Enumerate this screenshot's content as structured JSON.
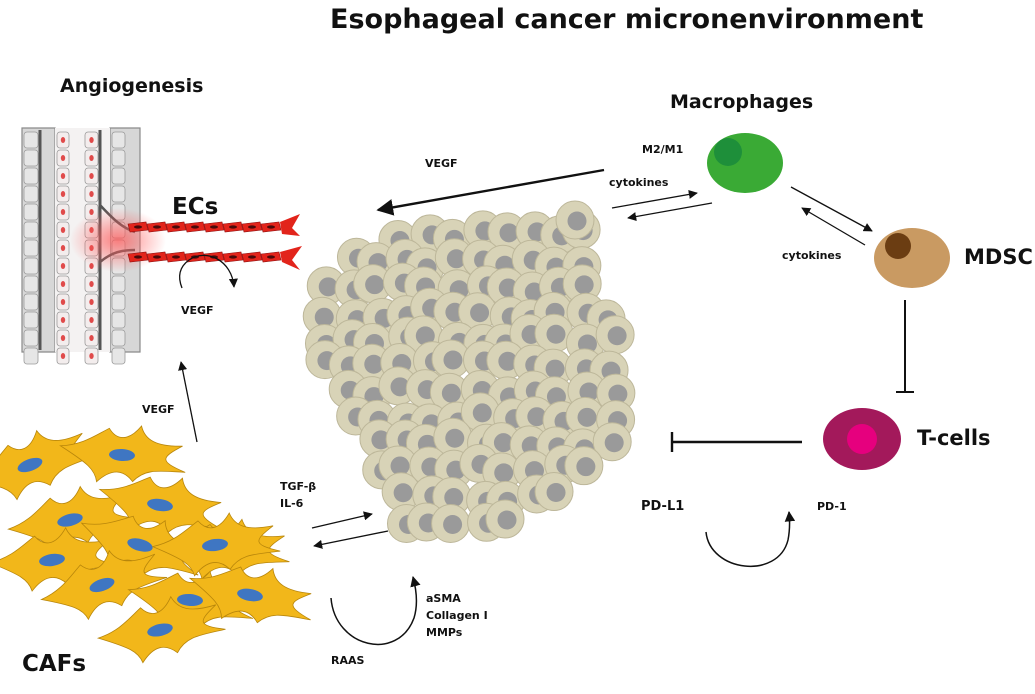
{
  "title": "Esophageal cancer micronenvironment",
  "labels": {
    "angiogenesis": "Angiogenesis",
    "ecs": "ECs",
    "vegf_loop": "VEGF",
    "vegf_up": "VEGF",
    "vegf_tumor": "VEGF",
    "macrophages": "Macrophages",
    "m2m1": "M2/M1",
    "cytokines_macro": "cytokines",
    "cytokines_mdsc": "cytokines",
    "mdsc": "MDSC",
    "tcells": "T-cells",
    "pdl1": "PD-L1",
    "pd1": "PD-1",
    "tgfb": "TGF-β",
    "il6": "IL-6",
    "asma": "aSMA",
    "collagen": "Collagen I",
    "mmps": "MMPs",
    "raas": "RAAS",
    "cafs": "CAFs"
  },
  "colors": {
    "tumor_cell": "#d8d3b7",
    "tumor_nucleus": "#9a9a9a",
    "macrophage": "#3aaa35",
    "macrophage_nucleus": "#1e8f3a",
    "mdsc": "#c99a62",
    "mdsc_nucleus": "#6b3d12",
    "tcell": "#a3195b",
    "tcell_nucleus": "#e6007e",
    "caf": "#f2b71a",
    "caf_nucleus": "#3f76c2",
    "endothelial": "#e2241b"
  }
}
